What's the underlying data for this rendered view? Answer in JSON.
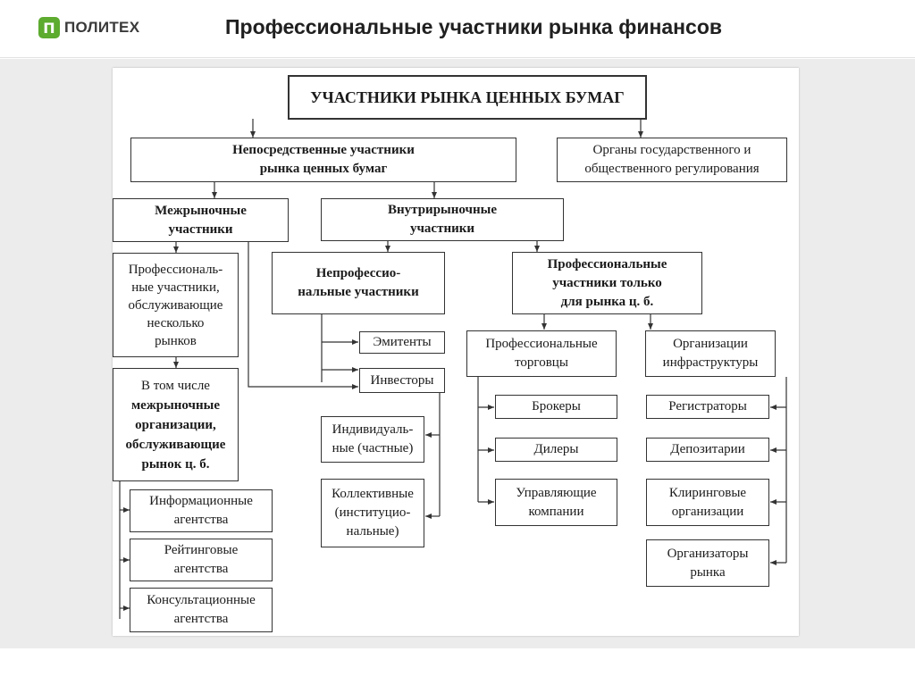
{
  "header": {
    "logo_mark": "П",
    "logo_text": "ПОЛИТЕХ",
    "title": "Профессиональные участники рынка финансов"
  },
  "colors": {
    "logo_green": "#5dab2f",
    "panel_bg": "#ffffff",
    "page_bg": "#ececec"
  },
  "diagram": {
    "root": "УЧАСТНИКИ РЫНКА ЦЕННЫХ БУМАГ",
    "direct": "Непосредственные участники\nрынка ценных бумаг",
    "regulators": "Органы государственного и\nобщественного регулирования",
    "intermarket": "Межрыночные\nучастники",
    "intramarket": "Внутрирыночные\nучастники",
    "prof_multi": "Профессиональ-\nные участники,\nобслуживающие\nнесколько\nрынков",
    "including_prefix": "В том числе",
    "including_bold": "межрыночные\nорганизации,\nобслуживающие\nрынок ц. б.",
    "info_agencies": "Информационные\nагентства",
    "rating_agencies": "Рейтинговые\nагентства",
    "consulting_agencies": "Консультационные\nагентства",
    "nonprof": "Непрофессио-\nнальные участники",
    "issuers": "Эмитенты",
    "investors": "Инвесторы",
    "individual": "Индивидуаль-\nные (частные)",
    "collective": "Коллективные\n(институцио-\nнальные)",
    "prof_only": "Профессиональные\nучастники только\nдля рынка ц. б.",
    "traders": "Профессиональные\nторговцы",
    "infrastructure": "Организации\nинфраструктуры",
    "brokers": "Брокеры",
    "dealers": "Дилеры",
    "managers": "Управляющие\nкомпании",
    "registrars": "Регистраторы",
    "depositories": "Депозитарии",
    "clearing": "Клиринговые\nорганизации",
    "organizers": "Организаторы\nрынка"
  }
}
